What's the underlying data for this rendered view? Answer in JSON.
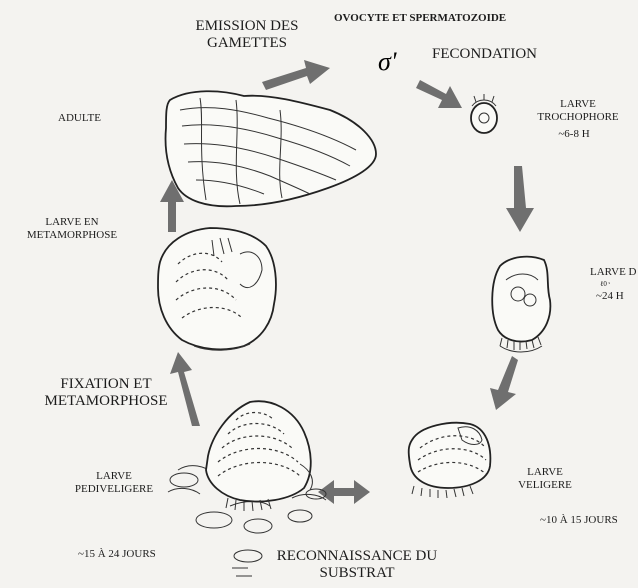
{
  "stages": {
    "emission": "EMISSION DES GAMETTES",
    "gametes": "OVOCYTE et SPERMATOZOIDE",
    "gamete_symbol": "σ'",
    "fecondation": "FECONDATION",
    "trochophore": "LARVE TROCHOPHORE",
    "trochophore_time": "~6-8 h",
    "larve_d": "LARVE D",
    "larve_d_sub": "ℓ0 ˢ",
    "larve_d_time": "~24 h",
    "veligere": "LARVE VELIGERE",
    "veligere_time": "~10 à 15 jours",
    "reconnaissance": "RECONNAISSANCE DU SUBSTRAT",
    "pediveligere": "LARVE PEDIVELIGERE",
    "pediveligere_time": "~15 à 24 jours",
    "fixation": "FIXATION ET METAMORPHOSE",
    "metamorphose": "LARVE EN METAMORPHOSE",
    "adulte": "ADULTE"
  }
}
